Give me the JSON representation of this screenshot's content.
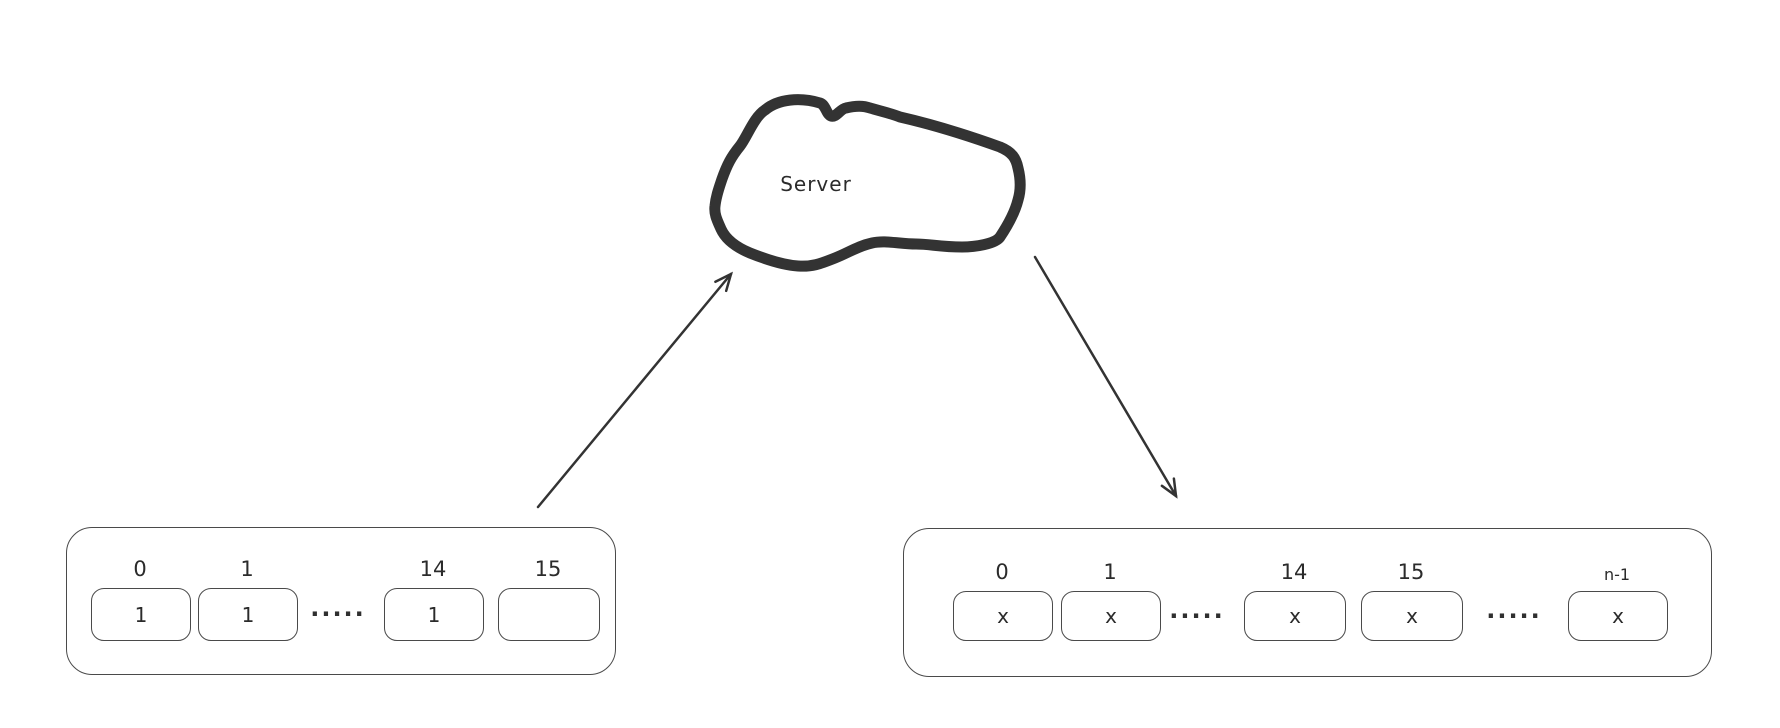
{
  "diagram": {
    "server": {
      "label": "Server"
    },
    "left_array": {
      "cells": [
        {
          "label": "0",
          "value": "1"
        },
        {
          "label": "1",
          "value": "1"
        },
        {
          "label": "14",
          "value": "1"
        },
        {
          "label": "15",
          "value": ""
        }
      ],
      "ellipsis": "·····"
    },
    "right_array": {
      "cells": [
        {
          "label": "0",
          "value": "x"
        },
        {
          "label": "1",
          "value": "x"
        },
        {
          "label": "14",
          "value": "x"
        },
        {
          "label": "15",
          "value": "x"
        },
        {
          "label": "n-1",
          "value": "x"
        }
      ],
      "ellipsis_1": "·····",
      "ellipsis_2": "·····"
    },
    "colors": {
      "ink": "#333333",
      "border": "#4a4a4a",
      "text": "#2b2b2b",
      "background": "#ffffff"
    }
  }
}
